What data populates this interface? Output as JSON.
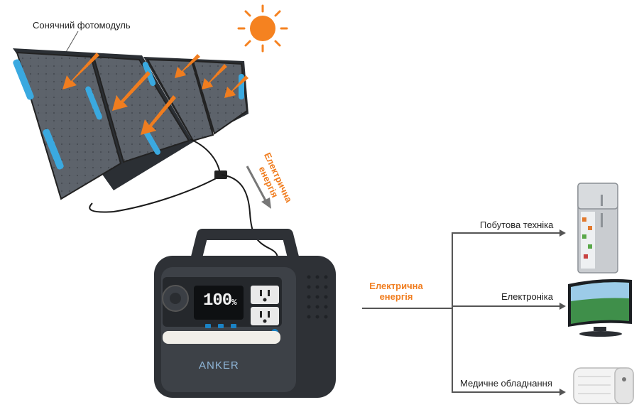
{
  "labels": {
    "solar_module": "Сонячний фотомодуль",
    "energy_vertical": "Електрична енергія",
    "energy_center_line1": "Електрична",
    "energy_center_line2": "енергія",
    "appliances": "Побутова техніка",
    "electronics": "Електроніка",
    "medical": "Медичне обладнання"
  },
  "device": {
    "brand": "ANKER",
    "display_value": "100",
    "display_unit": "%"
  },
  "colors": {
    "accent_orange": "#f07d1f",
    "panel_blue": "#3aa9e0",
    "station_dark": "#2e3136",
    "line_gray": "#555555"
  }
}
